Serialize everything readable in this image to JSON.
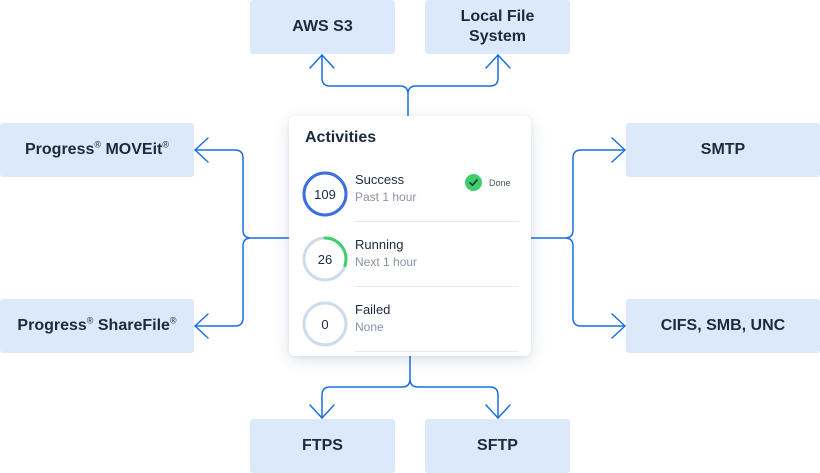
{
  "colors": {
    "box_bg": "#dbe9fa",
    "connector": "#1a6fe0",
    "success_ring": "#3d6fe3",
    "running_ring": "#3ccf6a",
    "idle_ring": "#cddbea",
    "done_badge": "#3ccf6a"
  },
  "destinations": {
    "aws_s3": "AWS S3",
    "local_file_system": "Local File\nSystem",
    "moveit_name": "Progress",
    "moveit_product": " MOVEit",
    "sharefile_name": "Progress",
    "sharefile_product": " ShareFile",
    "registered_mark": "®",
    "smtp": "SMTP",
    "cifs": "CIFS, SMB, UNC",
    "ftps": "FTPS",
    "sftp": "SFTP"
  },
  "activities": {
    "title": "Activities",
    "items": [
      {
        "count": "109",
        "label": "Success",
        "sub": "Past 1 hour",
        "badge_icon": "check-icon",
        "badge_text": "Done",
        "progress": 1.0,
        "ring_color": "#3d6fe3"
      },
      {
        "count": "26",
        "label": "Running",
        "sub": "Next 1 hour",
        "progress": 0.3,
        "ring_color": "#3ccf6a"
      },
      {
        "count": "0",
        "label": "Failed",
        "sub": "None",
        "progress": 0.0,
        "ring_color": "#cddbea"
      }
    ]
  }
}
